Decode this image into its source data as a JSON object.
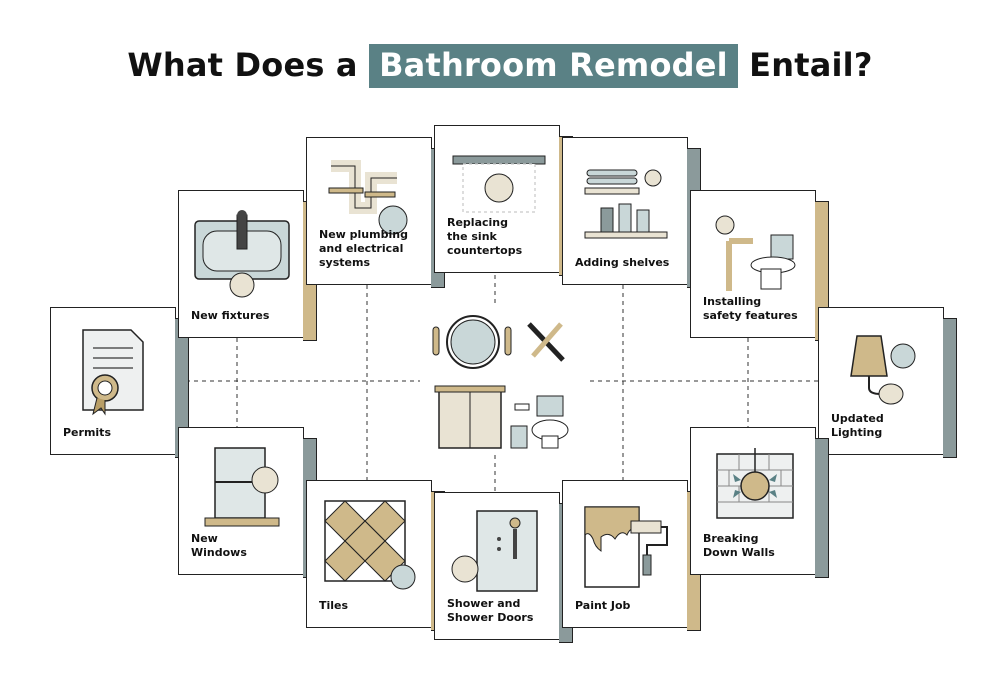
{
  "title": {
    "pre": "What Does a",
    "highlight": "Bathroom Remodel",
    "post": "Entail?"
  },
  "colors": {
    "teal": "#5a8185",
    "tan": "#cfb98a",
    "gray": "#8b9a9b",
    "pale": "#e9e3d3"
  },
  "cards": [
    {
      "id": "permits",
      "label": "Permits",
      "icon": "permit-document-icon"
    },
    {
      "id": "fixtures",
      "label": "New fixtures",
      "icon": "sink-faucet-icon"
    },
    {
      "id": "plumbing",
      "label": "New plumbing\nand electrical\nsystems",
      "icon": "pipes-icon"
    },
    {
      "id": "countertops",
      "label": "Replacing\nthe sink\ncountertops",
      "icon": "countertop-icon"
    },
    {
      "id": "shelves",
      "label": "Adding shelves",
      "icon": "shelves-icon"
    },
    {
      "id": "safety",
      "label": "Installing\nsafety features",
      "icon": "grab-bar-toilet-icon"
    },
    {
      "id": "lighting",
      "label": "Updated\nLighting",
      "icon": "wall-lamp-icon"
    },
    {
      "id": "windows",
      "label": "New\nWindows",
      "icon": "window-icon"
    },
    {
      "id": "tiles",
      "label": "Tiles",
      "icon": "tiles-icon"
    },
    {
      "id": "shower",
      "label": "Shower and\nShower Doors",
      "icon": "shower-icon"
    },
    {
      "id": "paint",
      "label": "Paint Job",
      "icon": "paint-roller-icon"
    },
    {
      "id": "walls",
      "label": "Breaking\nDown Walls",
      "icon": "wall-demolition-icon"
    }
  ]
}
